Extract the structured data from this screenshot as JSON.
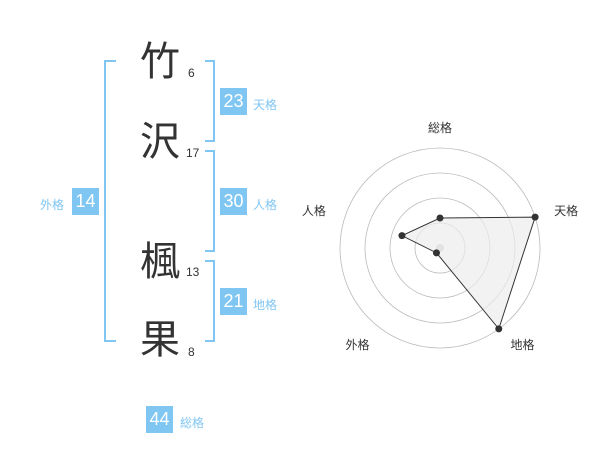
{
  "name": {
    "characters": [
      {
        "char": "竹",
        "strokes": "6"
      },
      {
        "char": "沢",
        "strokes": "17"
      },
      {
        "char": "楓",
        "strokes": "13"
      },
      {
        "char": "果",
        "strokes": "8"
      }
    ]
  },
  "kaku": {
    "tenkaku": {
      "value": "23",
      "label": "天格"
    },
    "jinkaku": {
      "value": "30",
      "label": "人格"
    },
    "chikaku": {
      "value": "21",
      "label": "地格"
    },
    "gaikaku": {
      "value": "14",
      "label": "外格"
    },
    "soukaku": {
      "value": "44",
      "label": "総格"
    }
  },
  "colors": {
    "accent": "#7fc6f2",
    "text": "#333333",
    "grid": "#bbbbbb",
    "fill": "#ececec"
  },
  "chart_data": {
    "type": "radar",
    "axes": [
      "総格",
      "天格",
      "地格",
      "外格",
      "人格"
    ],
    "values": [
      1.5,
      5,
      5,
      0.3,
      2
    ],
    "range": [
      0,
      5
    ],
    "rings": 4
  }
}
